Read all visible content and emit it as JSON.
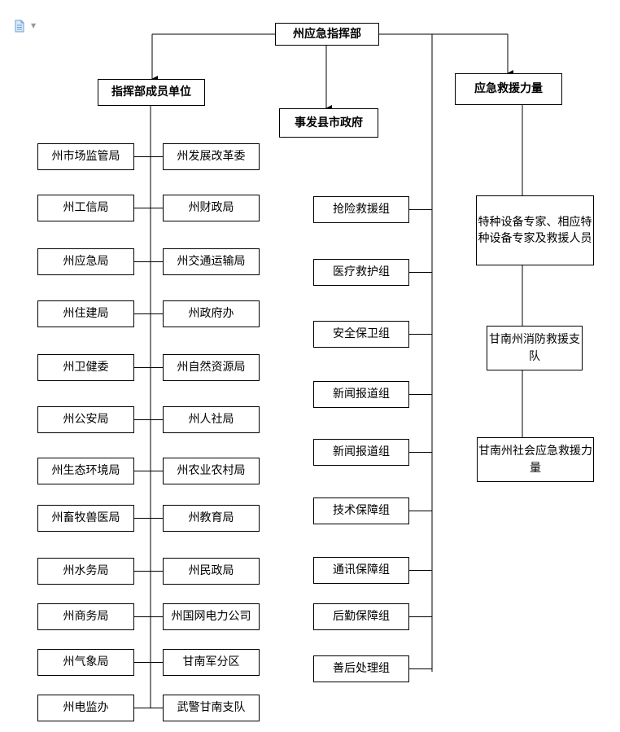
{
  "command": "州应急指挥部",
  "headings": {
    "members": "指挥部成员单位",
    "county": "事发县市政府",
    "forces": "应急救援力量"
  },
  "members_left": [
    "州市场监管局",
    "州工信局",
    "州应急局",
    "州住建局",
    "州卫健委",
    "州公安局",
    "州生态环境局",
    "州畜牧兽医局",
    "州水务局",
    "州商务局",
    "州气象局",
    "州电监办"
  ],
  "members_right": [
    "州发展改革委",
    "州财政局",
    "州交通运输局",
    "州政府办",
    "州自然资源局",
    "州人社局",
    "州农业农村局",
    "州教育局",
    "州民政局",
    "州国网电力公司",
    "甘南军分区",
    "武警甘南支队"
  ],
  "groups": [
    "抢险救援组",
    "医疗救护组",
    "安全保卫组",
    "新闻报道组",
    "新闻报道组",
    "技术保障组",
    "通讯保障组",
    "后勤保障组",
    "善后处理组"
  ],
  "forces": [
    "特种设备专家、相应特种设备专家及救援人员",
    "甘南州消防救援支队",
    "甘南州社会应急救援力量"
  ]
}
